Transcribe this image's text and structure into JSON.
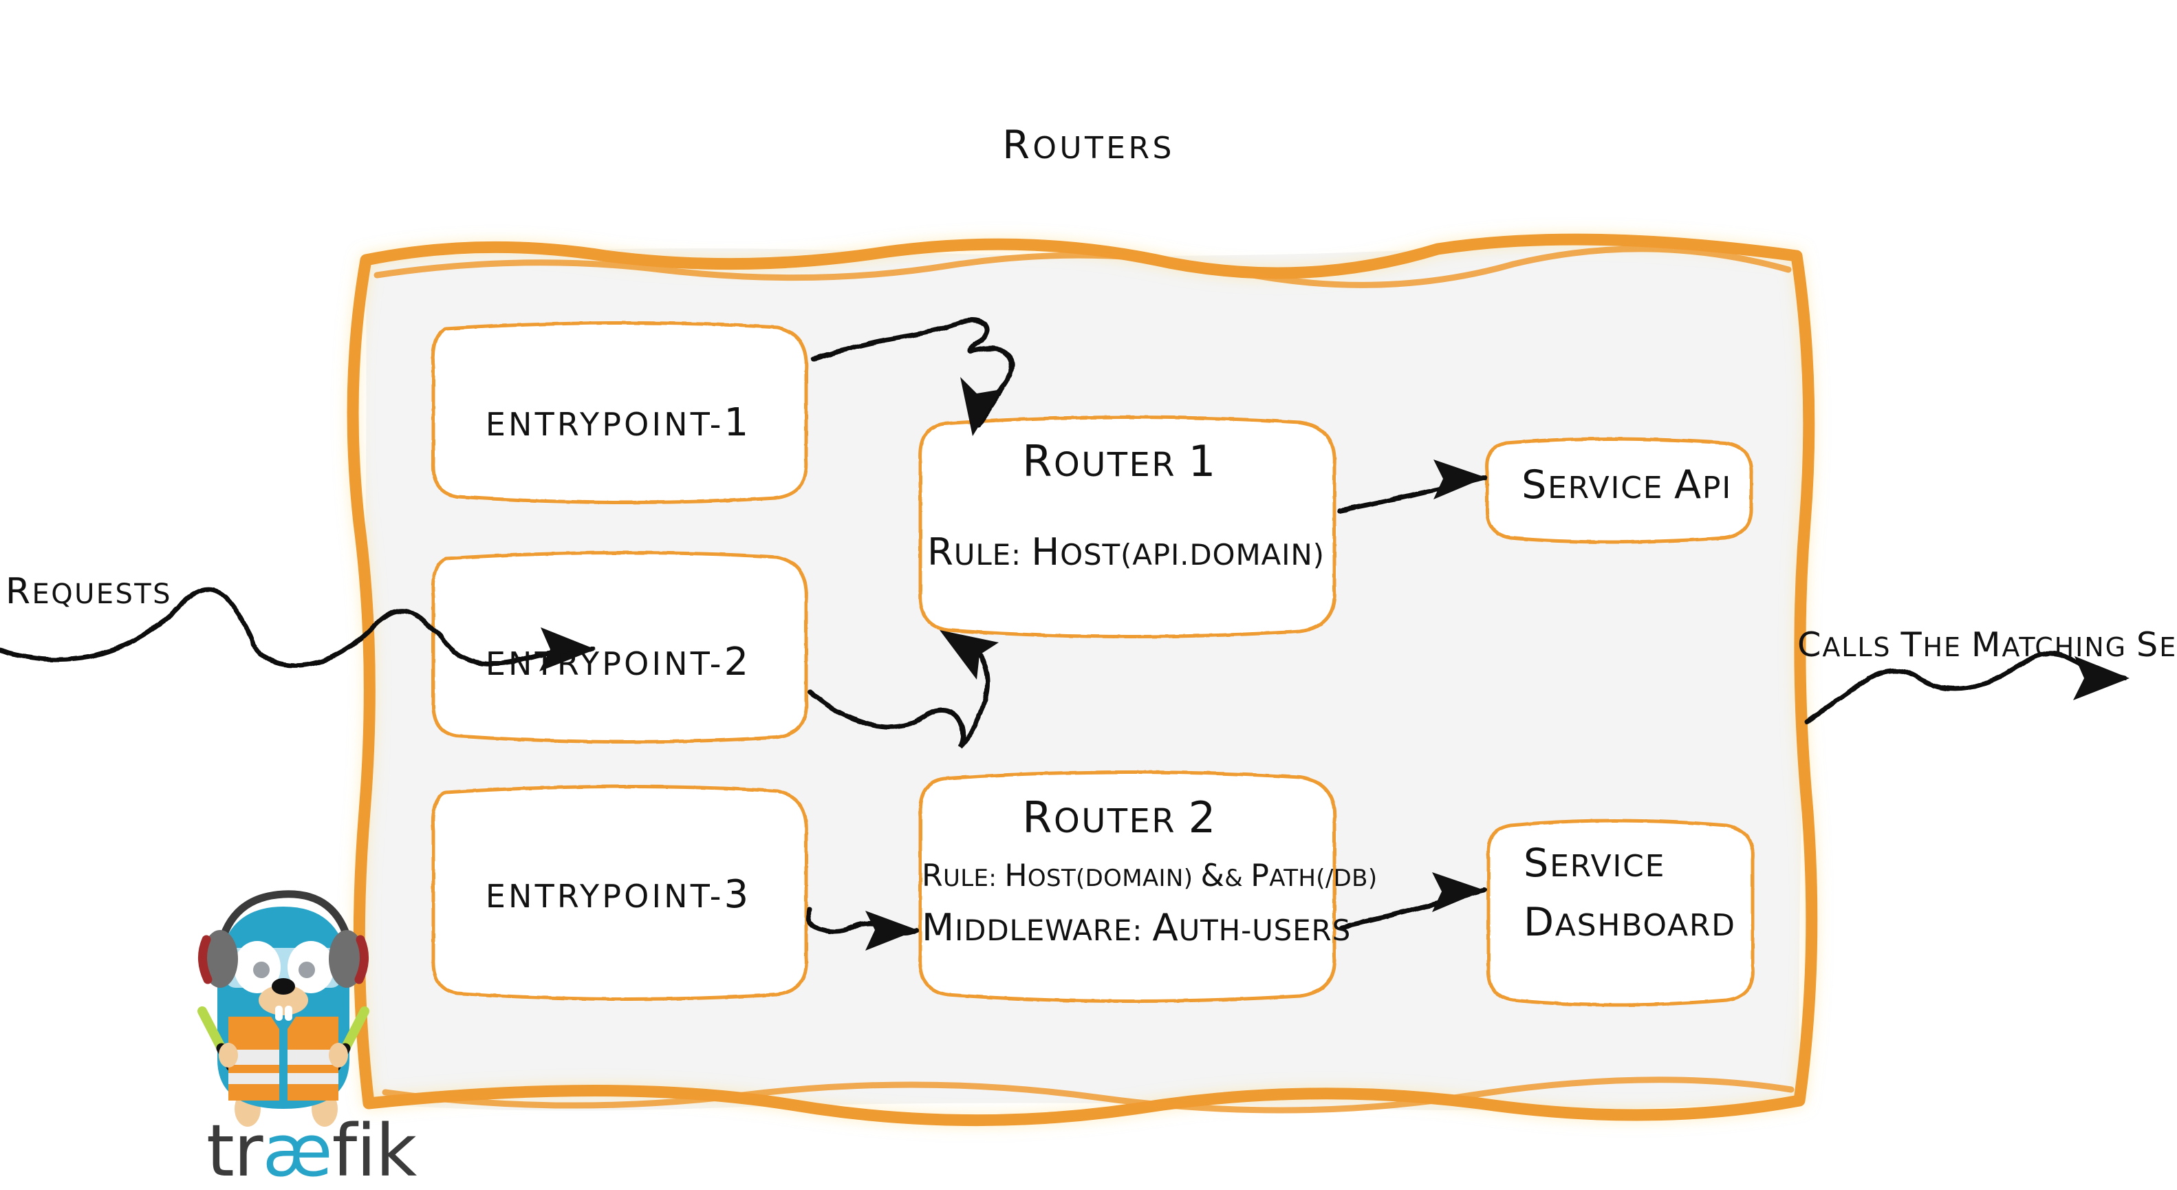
{
  "diagram": {
    "title": "Routers",
    "background_color": "#ffffff",
    "panel_fill": "#f4f4f4",
    "accent_color": "#ee9b32",
    "ink_color": "#111111"
  },
  "flow_labels": {
    "incoming": "Requests",
    "outgoing": "Calls the matching server"
  },
  "entrypoints": [
    {
      "name": "entrypoint-1",
      "base": "entrypoint-",
      "index": "1"
    },
    {
      "name": "entrypoint-2",
      "base": "entrypoint-",
      "index": "2"
    },
    {
      "name": "entrypoint-3",
      "base": "entrypoint-",
      "index": "3"
    }
  ],
  "routers": [
    {
      "title": "Router 1",
      "rule": "rule: Host(api.domain)",
      "middleware": ""
    },
    {
      "title": "Router 2",
      "rule": "rule: Host(domain) && Path(/db)",
      "middleware": "Middleware: auth-users"
    }
  ],
  "services": [
    {
      "name": "Service API",
      "line1": "Service API",
      "line2": ""
    },
    {
      "name": "Service Dashboard",
      "line1": "Service",
      "line2": "Dashboard"
    }
  ],
  "logo": {
    "brand": "traefik",
    "prefix": "tr",
    "ligature": "æ",
    "suffix": "fik",
    "mascot": "traefik-gopher",
    "body_color": "#29a4c9",
    "vest_color": "#f0932b",
    "wand_color": "#b5d94a"
  },
  "icons": {
    "arrow_entrypoint1_router1": "curved-arrow-icon",
    "arrow_entrypoint2_router1": "curved-arrow-icon",
    "arrow_entrypoint3_router2": "short-arrow-icon",
    "arrow_router1_service_api": "arrow-icon",
    "arrow_router2_service_dashboard": "arrow-icon",
    "arrow_requests_in": "wavy-arrow-icon",
    "arrow_calls_out": "wavy-arrow-icon"
  }
}
